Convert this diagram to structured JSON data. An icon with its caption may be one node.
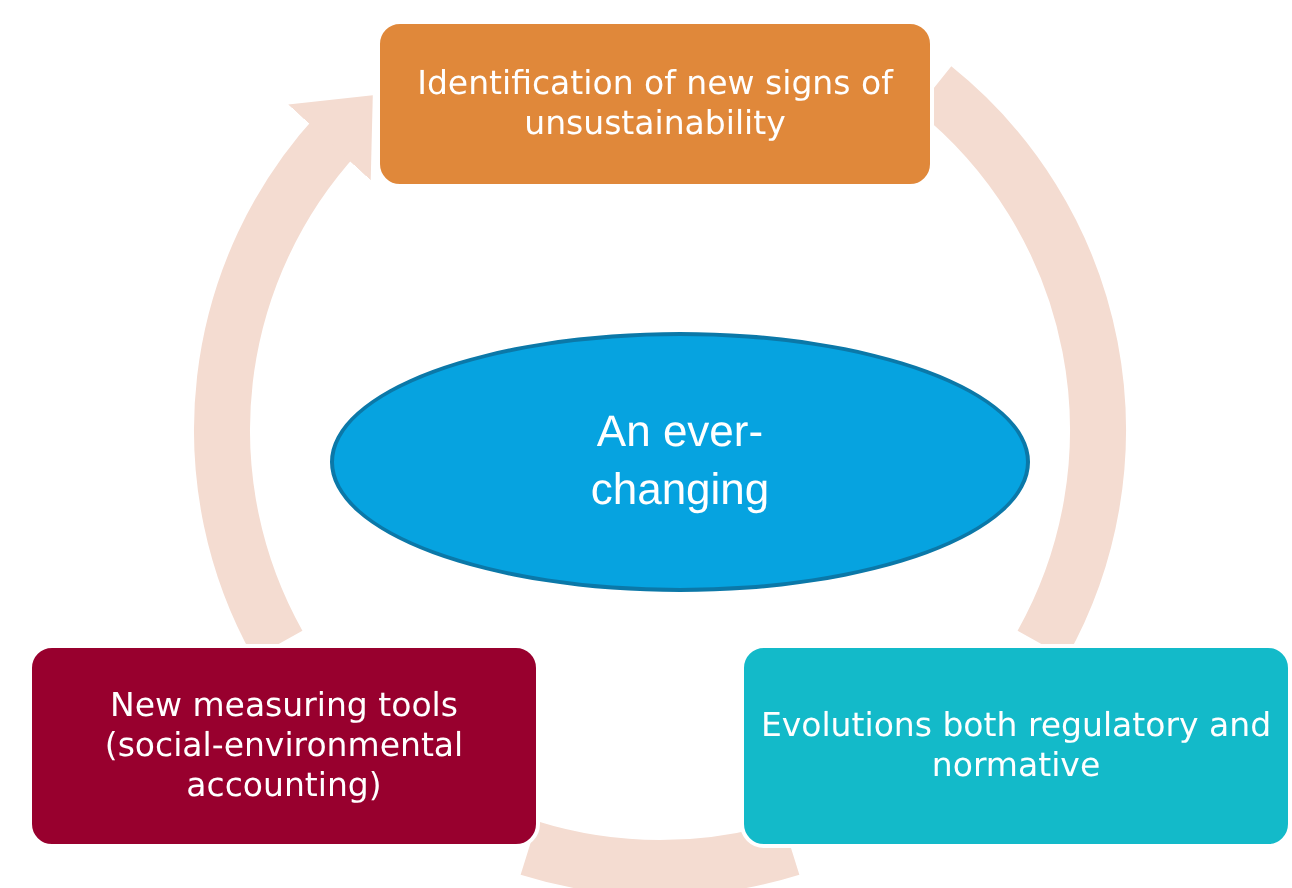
{
  "diagram": {
    "nodes": [
      {
        "text": [
          "Identification of new signs of unsustainability"
        ]
      },
      {
        "text": [
          "Evolutions both regulatory and normative"
        ]
      },
      {
        "text": [
          "New measuring tools (social-environmental accounting)"
        ]
      },
      {
        "text": [
          "An ever-changing"
        ]
      }
    ],
    "edges": [
      {
        "from": 0,
        "to": 1,
        "arrow": "none"
      },
      {
        "from": 1,
        "to": 2,
        "arrow": "none"
      },
      {
        "from": 2,
        "to": 0,
        "arrow": "to"
      }
    ]
  }
}
